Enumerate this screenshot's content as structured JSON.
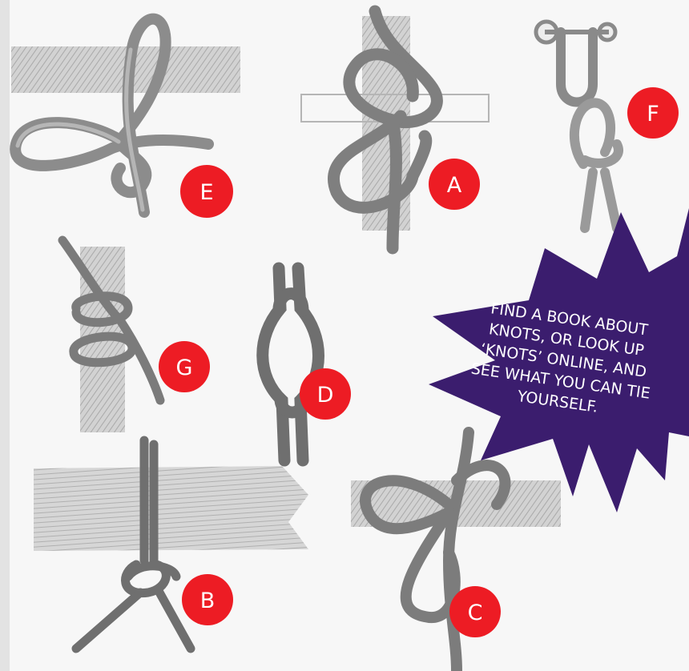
{
  "knots": {
    "labels": {
      "a": "A",
      "b": "B",
      "c": "C",
      "d": "D",
      "e": "E",
      "f": "F",
      "g": "G"
    }
  },
  "tip": {
    "lines": [
      "FIND A BOOK ABOUT",
      "KNOTS, OR LOOK UP",
      "‘KNOTS’ ONLINE, AND",
      "SEE WHAT YOU CAN TIE",
      "YOURSELF."
    ]
  },
  "colors": {
    "badge": "#ed1c24",
    "burst": "#3b1d6e",
    "rope": "#8c8c8c",
    "wood": "#c9c9c9"
  }
}
